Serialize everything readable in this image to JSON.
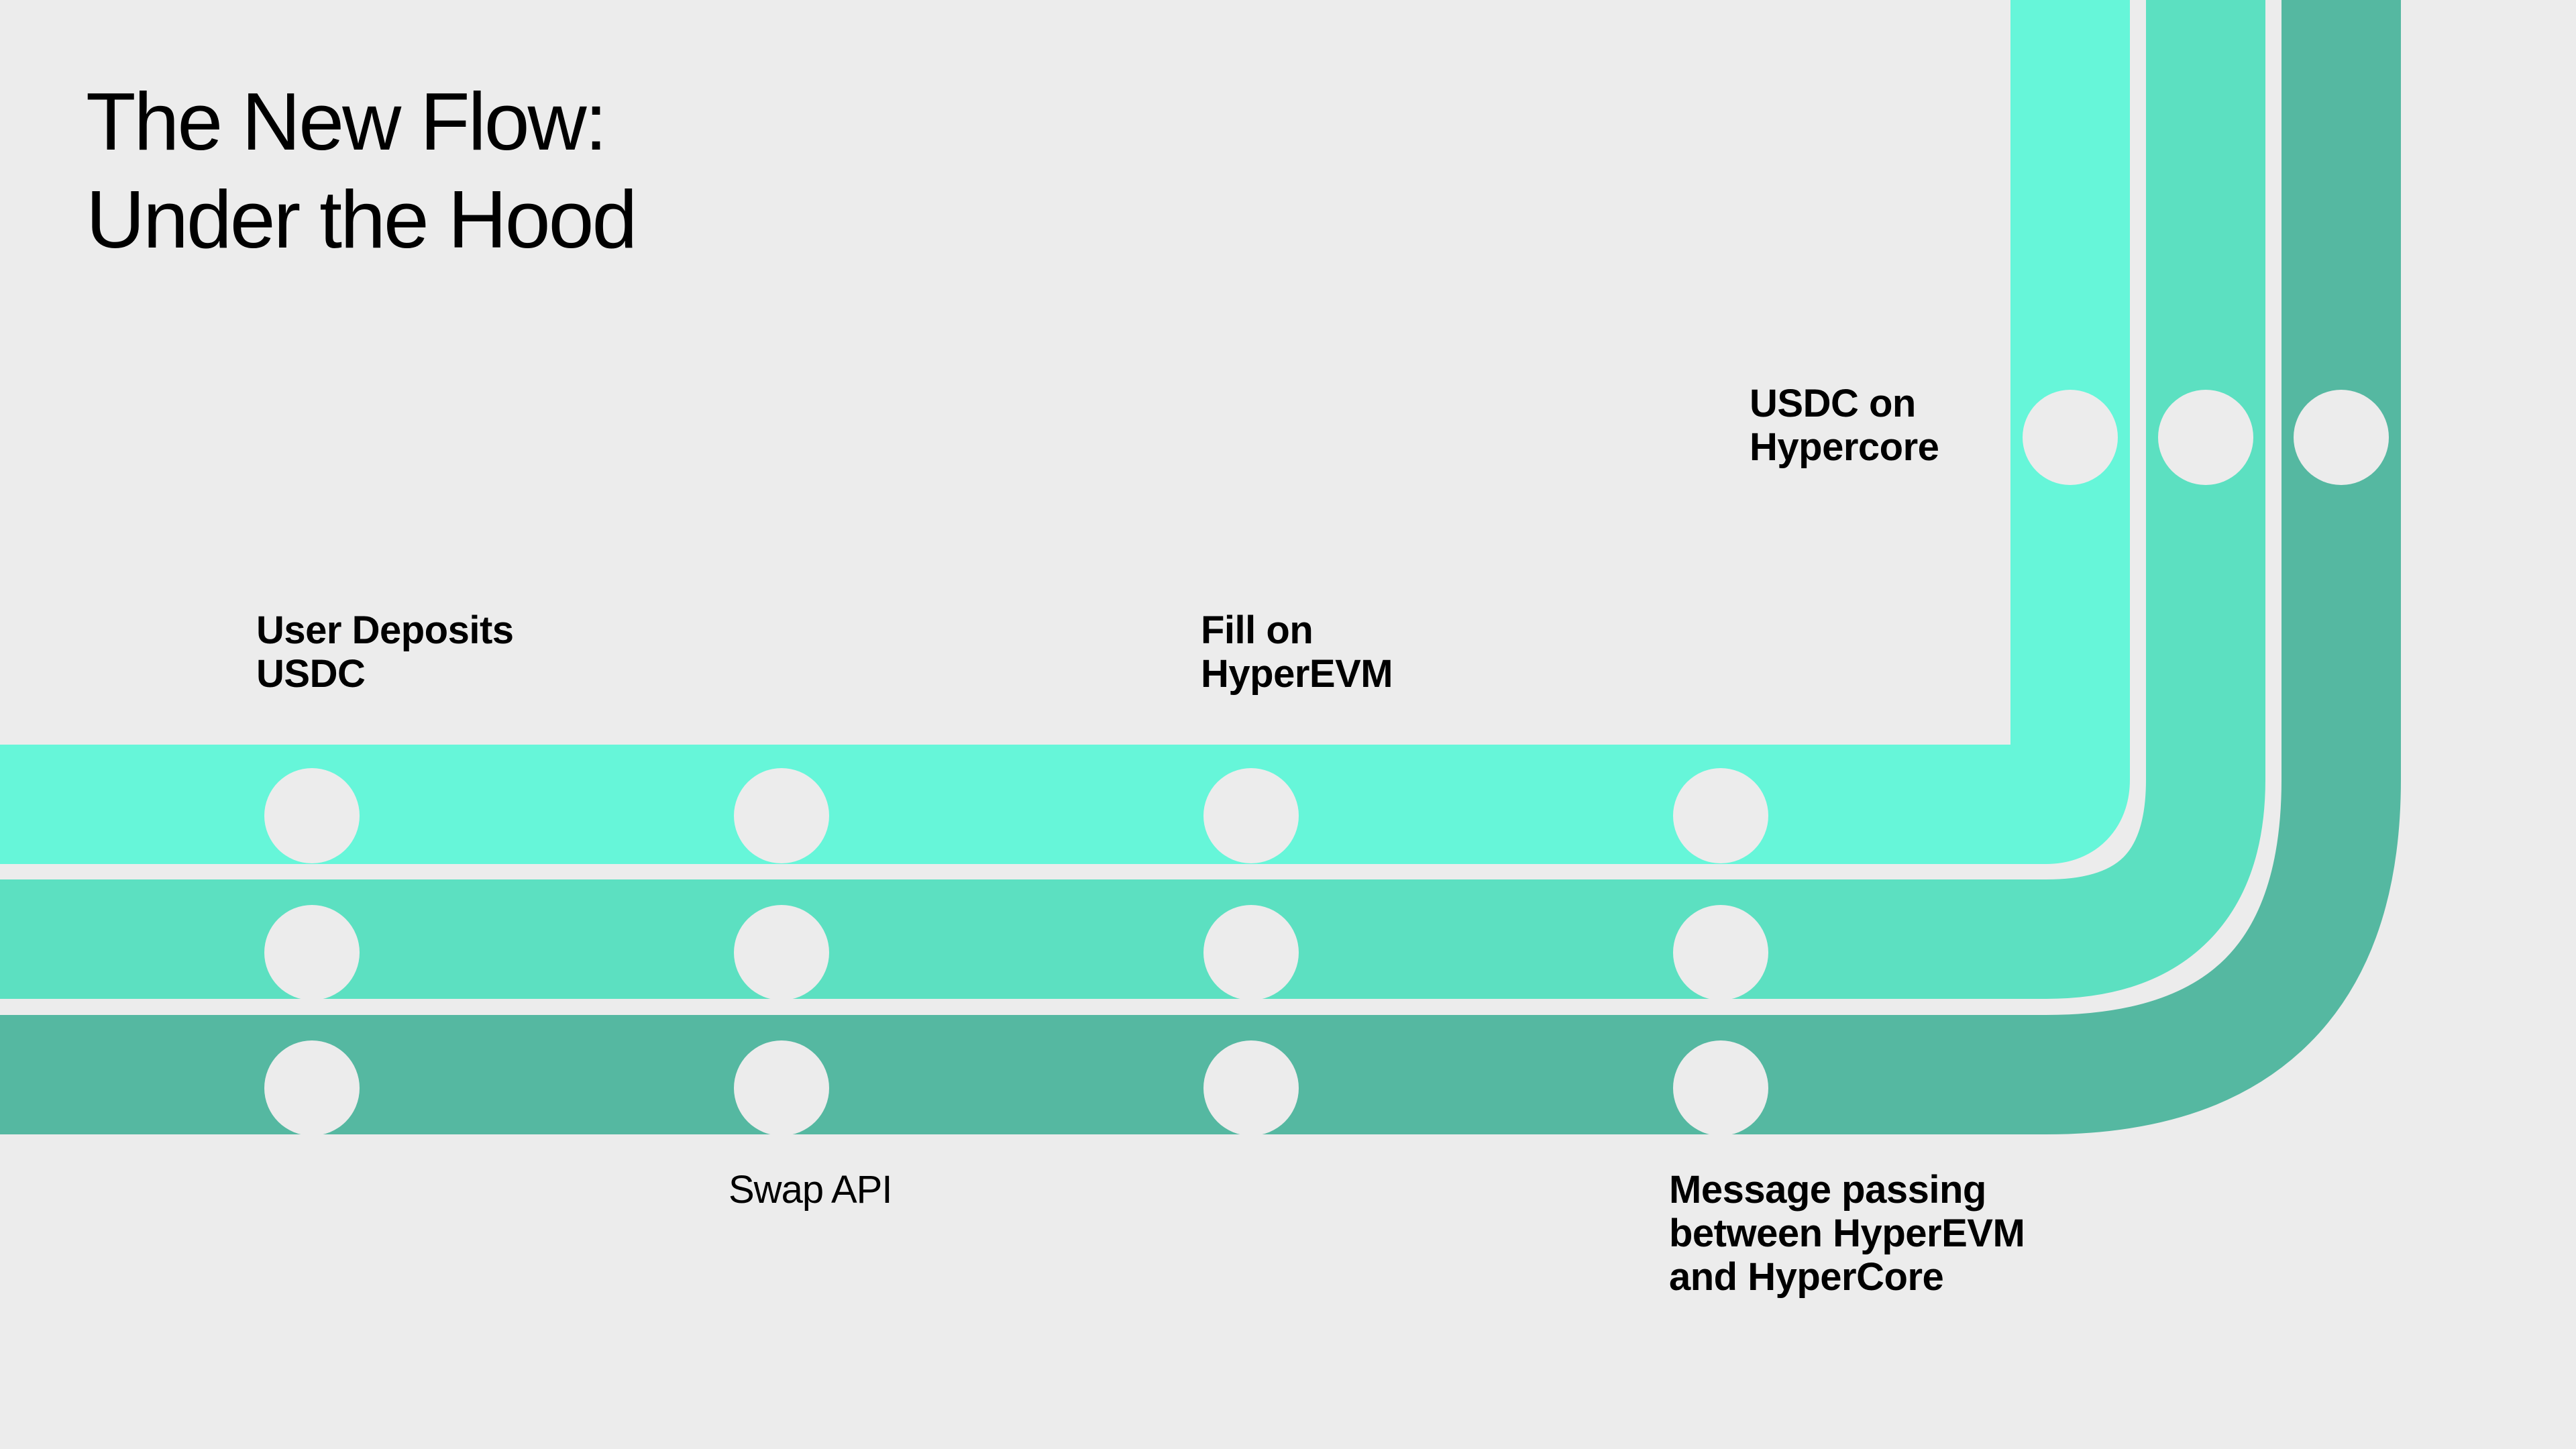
{
  "page": {
    "background_color": "#ececec",
    "title_line1": "The New Flow:",
    "title_line2": "Under the Hood",
    "title": "The New Flow:\nUnder the Hood"
  },
  "diagram": {
    "type": "flow-pipes",
    "node_color": "#ececec",
    "lanes": [
      {
        "id": "lane-1",
        "name": "top-lane",
        "color": "#66f6d9"
      },
      {
        "id": "lane-2",
        "name": "middle-lane",
        "color": "#5ce0c1"
      },
      {
        "id": "lane-3",
        "name": "bottom-lane",
        "color": "#55b8a1"
      }
    ],
    "node_columns": [
      {
        "id": "col-1",
        "name": "user-deposits-column"
      },
      {
        "id": "col-2",
        "name": "swap-api-column"
      },
      {
        "id": "col-3",
        "name": "fill-on-hyperevm-column"
      },
      {
        "id": "col-4",
        "name": "message-passing-column"
      },
      {
        "id": "col-5",
        "name": "usdc-on-hypercore-column"
      }
    ]
  },
  "labels": {
    "user_deposits": "User Deposits\nUSDC",
    "fill_on_hyperevm": "Fill on\nHyperEVM",
    "usdc_on_hypercore": "USDC on\nHypercore",
    "swap_api": "Swap API",
    "message_passing": "Message passing\nbetween HyperEVM\nand HyperCore"
  }
}
